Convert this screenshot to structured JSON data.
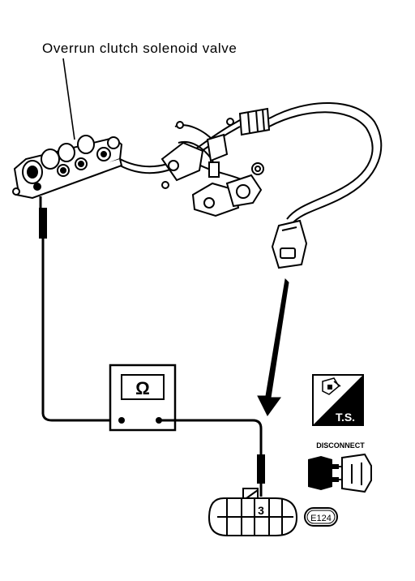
{
  "diagram": {
    "title": "Overrun clutch solenoid valve",
    "meter_symbol": "Ω",
    "connector_pin": "3",
    "connector_id": "E124",
    "ts_label": "T.S.",
    "disconnect_label": "DISCONNECT"
  }
}
